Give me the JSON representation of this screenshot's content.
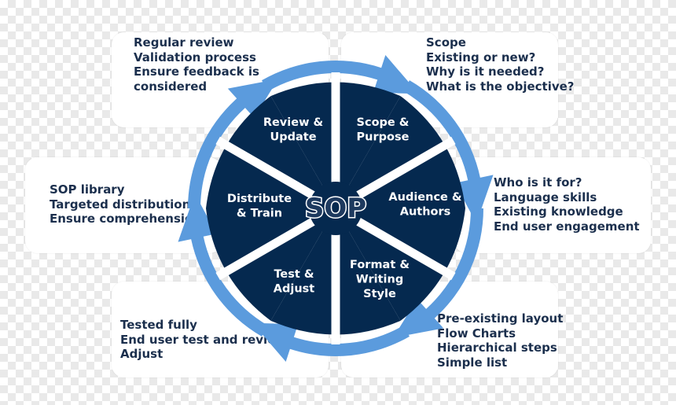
{
  "center": {
    "label": "SOP"
  },
  "segments": [
    {
      "lines": [
        "Review &",
        "Update"
      ]
    },
    {
      "lines": [
        "Scope &",
        "Purpose"
      ]
    },
    {
      "lines": [
        "Audience &",
        "Authors"
      ]
    },
    {
      "lines": [
        "Format &",
        "Writing",
        "Style"
      ]
    },
    {
      "lines": [
        "Test &",
        "Adjust"
      ]
    },
    {
      "lines": [
        "Distribute",
        "& Train"
      ]
    }
  ],
  "boxes": {
    "top_left": [
      "Regular review",
      "Validation process",
      "Ensure feedback is",
      "considered"
    ],
    "top_right": [
      "Scope",
      "Existing or new?",
      "Why is it needed?",
      "What is the objective?"
    ],
    "right": [
      "Who is it for?",
      "Language skills",
      "Existing knowledge",
      "End user engagement"
    ],
    "bottom_right": [
      "Pre-existing layout",
      "Flow Charts",
      "Hierarchical steps",
      "Simple list"
    ],
    "bottom_left": [
      "Tested fully",
      "End user test and review",
      "Adjust"
    ],
    "left": [
      "SOP library",
      "Targeted distribution",
      "Ensure comprehension"
    ]
  },
  "colors": {
    "segment_fill": "#05294f",
    "arrow_fill": "#5b9bdd",
    "divider": "#ffffff",
    "text_dark": "#1b2f4d"
  }
}
